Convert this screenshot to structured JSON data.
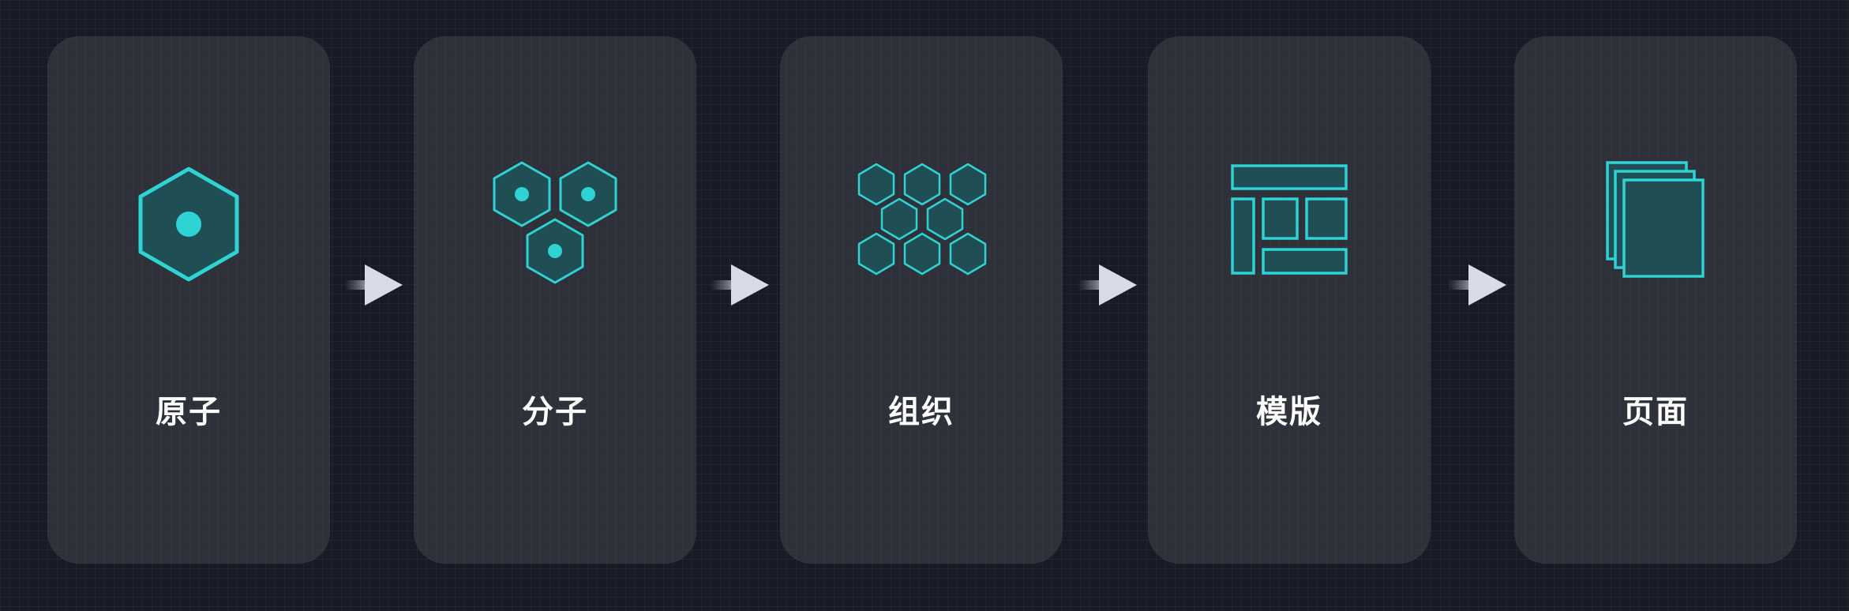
{
  "stages": [
    {
      "label": "原子",
      "icon": "atom-hexagon-icon"
    },
    {
      "label": "分子",
      "icon": "molecule-hexagons-icon"
    },
    {
      "label": "组织",
      "icon": "organism-hexagon-grid-icon"
    },
    {
      "label": "模版",
      "icon": "template-layout-icon"
    },
    {
      "label": "页面",
      "icon": "page-stack-icon"
    }
  ],
  "colors": {
    "background": "#181b25",
    "card": "#3a3b45",
    "accent_stroke": "#2fd3d3",
    "accent_fill": "#1f4e54",
    "label": "#ffffff",
    "arrow_head": "#d9dbe6"
  }
}
